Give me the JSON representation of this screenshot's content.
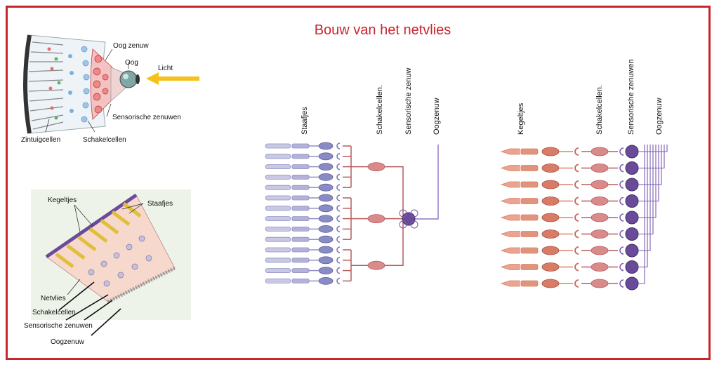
{
  "title": "Bouw van het netvlies",
  "eye_diagram": {
    "labels": {
      "oog_zenuw": "Oog zenuw",
      "oog": "Oog",
      "licht": "Licht",
      "sensorische_zenuwen": "Sensorische zenuwen",
      "zintuigcellen": "Zintuigcellen",
      "schakelcellen": "Schakelcellen"
    }
  },
  "retina_section": {
    "labels": {
      "kegeltjes": "Kegeltjes",
      "staafjes": "Staafjes",
      "netvlies": "Netvlies",
      "schakelcellen": "Schakelcellen",
      "sensorische_zenuwen": "Sensorische zenuwen",
      "oogzenuw": "Oogzenuw"
    }
  },
  "rod_diagram": {
    "columns": [
      "Staafjes",
      "Schakelcellen.",
      "Sensorische zenuw",
      "Oogzenuw"
    ],
    "rod_count": 14,
    "bipolar_count": 3
  },
  "cone_diagram": {
    "columns": [
      "Kegeltjes",
      "Schakelcellen.",
      "Sensorische zenuwen",
      "Oogzenuw"
    ],
    "cone_count": 9
  },
  "colors": {
    "frame": "#c8262e",
    "rod": "#8f8fc4",
    "cone": "#d9826e",
    "connector": "#b75c5c",
    "ganglion": "#6a4b9a",
    "arrow": "#f4c21b"
  }
}
